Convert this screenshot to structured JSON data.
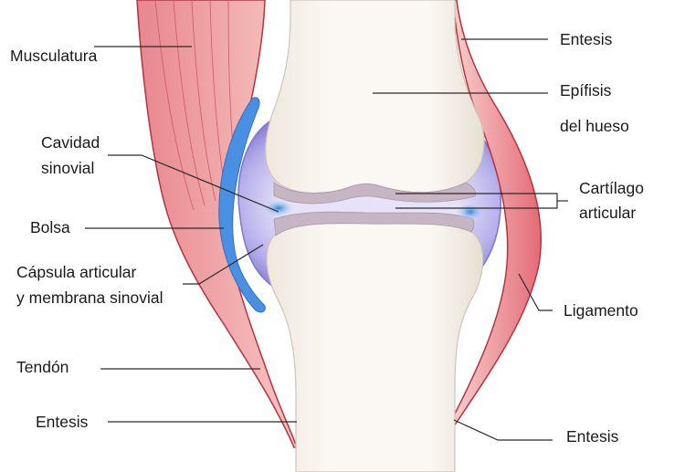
{
  "labels": {
    "musculatura": "Musculatura",
    "cavidad_sinovial_1": "Cavidad",
    "cavidad_sinovial_2": "sinovial",
    "bolsa": "Bolsa",
    "capsula_1": "Cápsula articular",
    "capsula_2": "y membrana sinovial",
    "tendon": "Tendón",
    "entesis_left": "Entesis",
    "entesis_top_right": "Entesis",
    "epifisis_1": "Epífisis",
    "epifisis_2": "del hueso",
    "cartilago_1": "Cartílago",
    "cartilago_2": "articular",
    "ligamento": "Ligamento",
    "entesis_bottom_right": "Entesis"
  },
  "colors": {
    "bone": "#f6f1ea",
    "bone_shadow": "#e3dbd0",
    "muscle": "#e0707c",
    "muscle_light": "#f3b8b8",
    "capsule": "#8e88d8",
    "capsule_light": "#c9c4ee",
    "synovial_fluid": "#3a8fe0",
    "bursa": "#3f8ce0",
    "cartilage": "#b9a9b8"
  }
}
